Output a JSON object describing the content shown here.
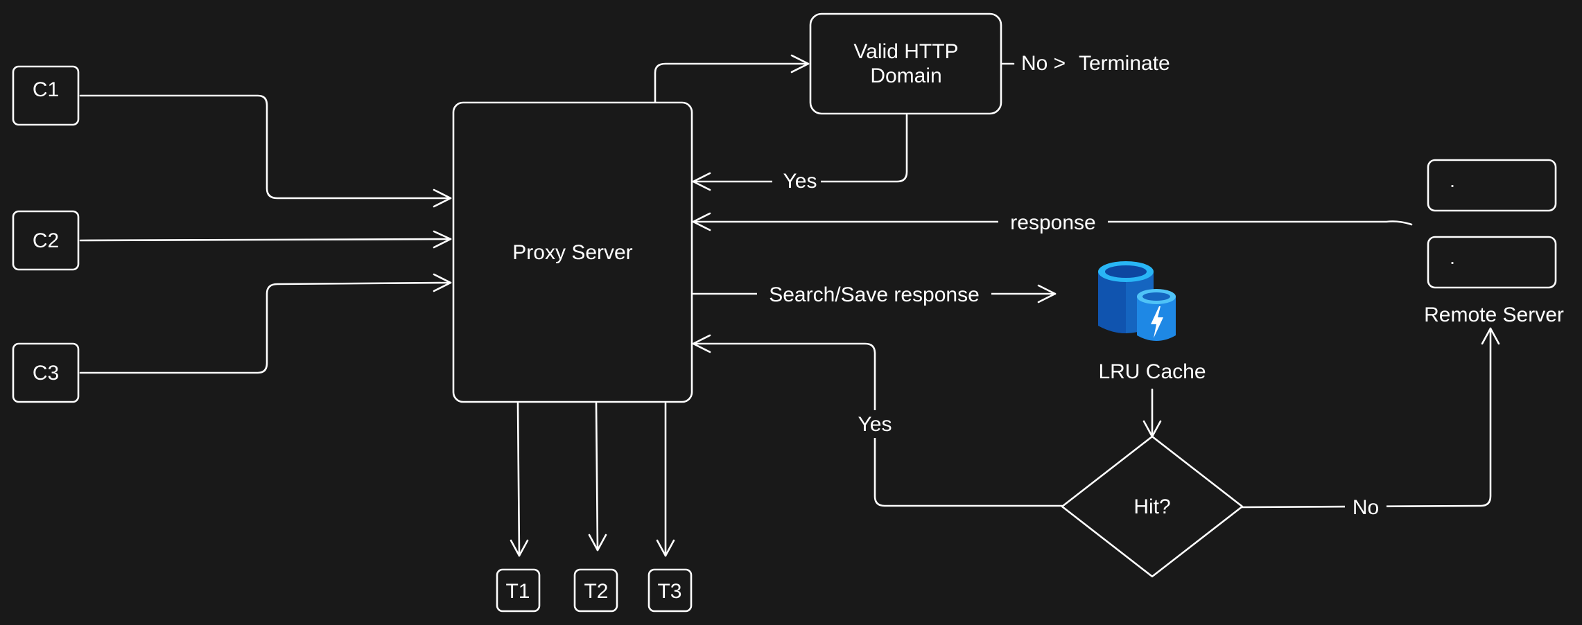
{
  "nodes": {
    "c1": "C1",
    "c2": "C2",
    "c3": "C3",
    "proxy": "Proxy Server",
    "valid_line1": "Valid HTTP",
    "valid_line2": "Domain",
    "terminate": "Terminate",
    "remote_server": "Remote Server",
    "remote_box1": ".",
    "remote_box2": ".",
    "lru_cache": "LRU Cache",
    "hit": "Hit?",
    "t1": "T1",
    "t2": "T2",
    "t3": "T3"
  },
  "edges": {
    "no_terminate": "No >",
    "yes_valid": "Yes",
    "response": "response",
    "search_save": "Search/Save response",
    "yes_hit": "Yes",
    "no_hit": "No"
  },
  "icons": {
    "cache": "cache-database-lightning-icon"
  },
  "colors": {
    "background": "#191919",
    "stroke": "#ffffff",
    "cache_blue": "#1E88E5"
  }
}
